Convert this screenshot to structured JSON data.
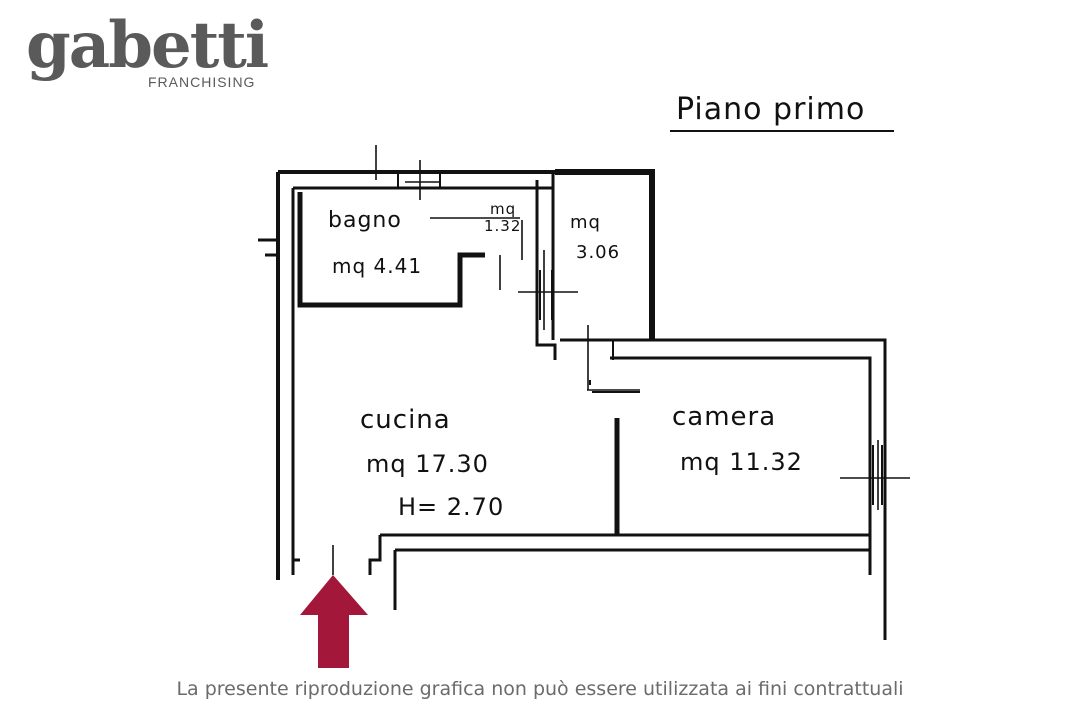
{
  "logo": {
    "mark": "gabetti",
    "sub": "FRANCHISING"
  },
  "floor": {
    "title": "Piano primo"
  },
  "rooms": {
    "bagno": {
      "name": "bagno",
      "area": "mq 4.41"
    },
    "ripostiglio": {
      "label": "mq",
      "area": "1.32"
    },
    "disimpegno": {
      "label": "mq",
      "area": "3.06"
    },
    "cucina": {
      "name": "cucina",
      "area": "mq 17.30",
      "height": "H= 2.70"
    },
    "camera": {
      "name": "camera",
      "area": "mq 11.32"
    }
  },
  "colors": {
    "entrance_arrow": "#a3183a",
    "walls": "#111111",
    "logo": "#5a5a5a"
  },
  "disclaimer": "La presente riproduzione grafica non può essere utilizzata ai fini contrattuali"
}
